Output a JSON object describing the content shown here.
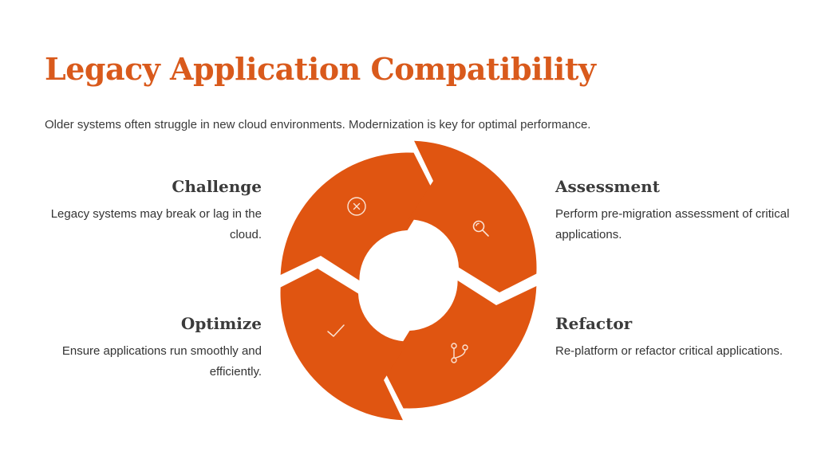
{
  "title": "Legacy Application Compatibility",
  "subtitle": "Older systems often struggle in new cloud environments. Modernization is key for optimal performance.",
  "colors": {
    "accent": "#d95a1c",
    "segment": "#e05511",
    "icon_stroke": "#fbe3d4"
  },
  "steps": [
    {
      "heading": "Challenge",
      "text": "Legacy systems may break or lag in the cloud.",
      "icon": "x-circle-icon"
    },
    {
      "heading": "Assessment",
      "text": "Perform pre-migration assessment of critical applications.",
      "icon": "magnifier-icon"
    },
    {
      "heading": "Refactor",
      "text": "Re-platform or refactor critical applications.",
      "icon": "git-branch-icon"
    },
    {
      "heading": "Optimize",
      "text": "Ensure applications run smoothly and efficiently.",
      "icon": "check-icon"
    }
  ]
}
